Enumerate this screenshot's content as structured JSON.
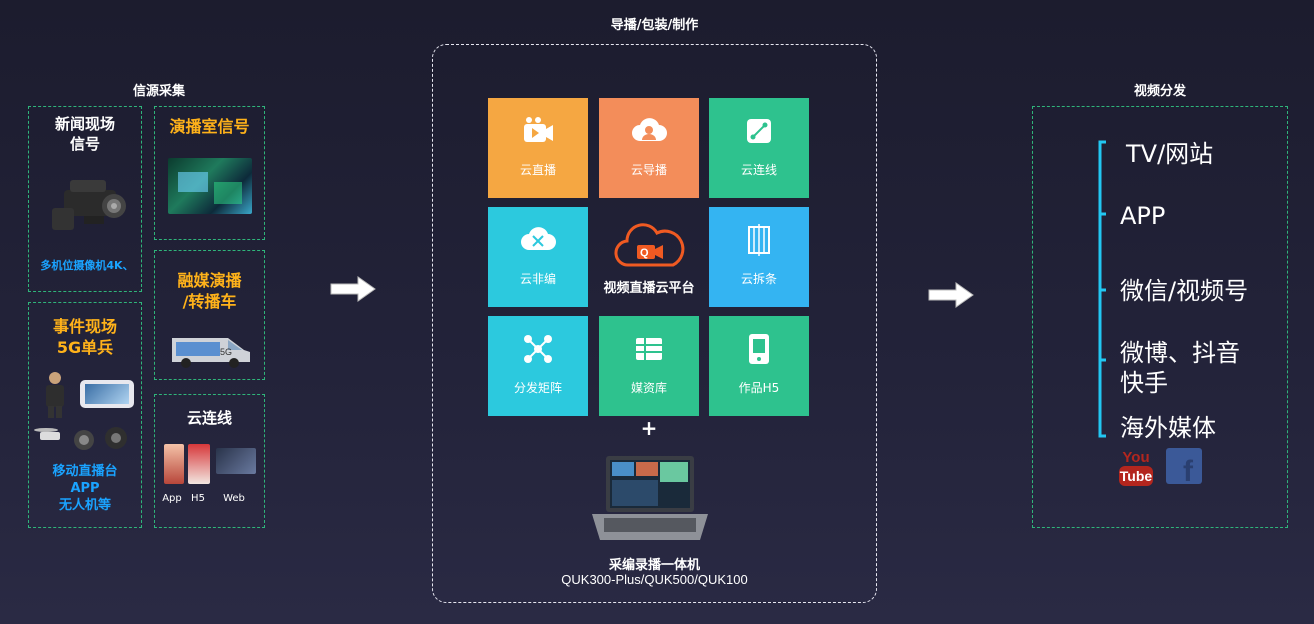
{
  "sources": {
    "title": "信源采集",
    "news": {
      "title_line1": "新闻现场",
      "title_line2": "信号",
      "caption": "多机位摄像机4K、"
    },
    "studio": {
      "title": "演播室信号"
    },
    "event": {
      "title_line1": "事件现场",
      "title_line2": "5G单兵",
      "caption_line1": "移动直播台",
      "caption_line2": "APP",
      "caption_line3": "无人机等"
    },
    "van": {
      "title_line1": "融媒演播",
      "title_line2": "/转播车",
      "van_text": "5G"
    },
    "cloud_link": {
      "title": "云连线",
      "labels": [
        "App",
        "H5",
        "Web"
      ]
    }
  },
  "production": {
    "title": "导播/包装/制作",
    "center_label": "视频直播云平台",
    "plus": "+",
    "device_title": "采编录播一体机",
    "device_models": "QUK300-Plus/QUK500/QUK100",
    "tiles": [
      {
        "label": "云直播",
        "icon": "video-camera-icon",
        "color": "#f5a742"
      },
      {
        "label": "云导播",
        "icon": "cloud-user-icon",
        "color": "#f38d5a"
      },
      {
        "label": "云连线",
        "icon": "link-icon",
        "color": "#2ec28e"
      },
      {
        "label": "云非编",
        "icon": "cloud-scissors-icon",
        "color": "#2cc9de"
      },
      {
        "label": "云拆条",
        "icon": "film-strip-icon",
        "color": "#34b4f2"
      },
      {
        "label": "分发矩阵",
        "icon": "network-icon",
        "color": "#2cc9de"
      },
      {
        "label": "媒资库",
        "icon": "media-library-icon",
        "color": "#2ec28e"
      },
      {
        "label": "作品H5",
        "icon": "mobile-h5-icon",
        "color": "#2ec28e"
      }
    ],
    "logo_letter": "Q"
  },
  "distribution": {
    "title": "视频分发",
    "items": [
      "TV/网站",
      "APP",
      "微信/视频号",
      "微博、抖音",
      "快手",
      "海外媒体"
    ],
    "youtube_text": {
      "top": "You",
      "bottom": "Tube"
    },
    "facebook_text": "f"
  },
  "colors": {
    "green_border": "#2fb57a",
    "accent_blue": "#1aa3ff",
    "accent_yellow": "#ffb21a",
    "bracket": "#22c7f2"
  }
}
